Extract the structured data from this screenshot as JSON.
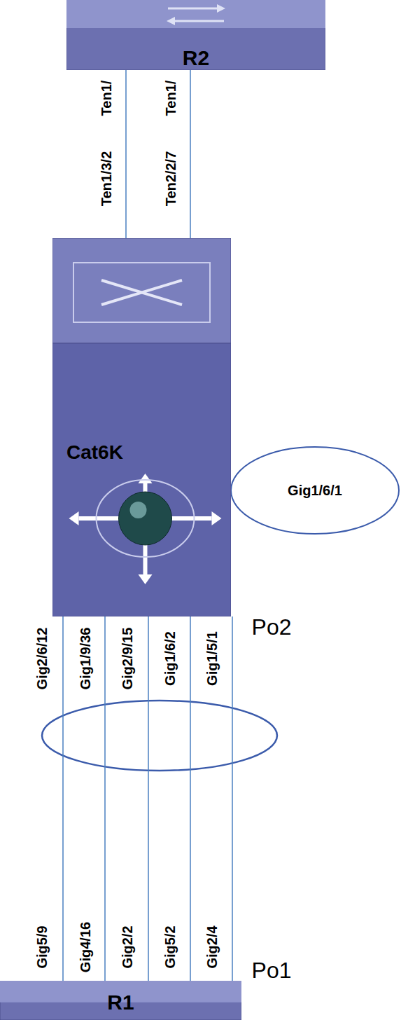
{
  "diagram": {
    "nodes": [
      {
        "text": [
          "R2"
        ]
      },
      {
        "text": [
          "Cat6K"
        ]
      },
      {
        "text": [
          "R1"
        ]
      }
    ],
    "edges": [
      {
        "from": 0,
        "to": 1,
        "arrow": "none"
      },
      {
        "from": 0,
        "to": 1,
        "arrow": "none"
      },
      {
        "from": 1,
        "to": 2,
        "arrow": "none"
      },
      {
        "from": 1,
        "to": 2,
        "arrow": "none"
      },
      {
        "from": 1,
        "to": 2,
        "arrow": "none"
      },
      {
        "from": 1,
        "to": 2,
        "arrow": "none"
      },
      {
        "from": 1,
        "to": 2,
        "arrow": "none"
      }
    ],
    "labels": [
      "Ten1/",
      "Ten1/",
      "Ten1/3/2",
      "Ten2/2/7",
      "Gig1/6/1",
      "Po2",
      "Gig2/6/12",
      "Gig1/9/36",
      "Gig2/9/15",
      "Gig1/6/2",
      "Gig1/5/1",
      "Gig5/9",
      "Gig4/16",
      "Gig2/2",
      "Gig5/2",
      "Gig2/4",
      "Po1"
    ]
  }
}
